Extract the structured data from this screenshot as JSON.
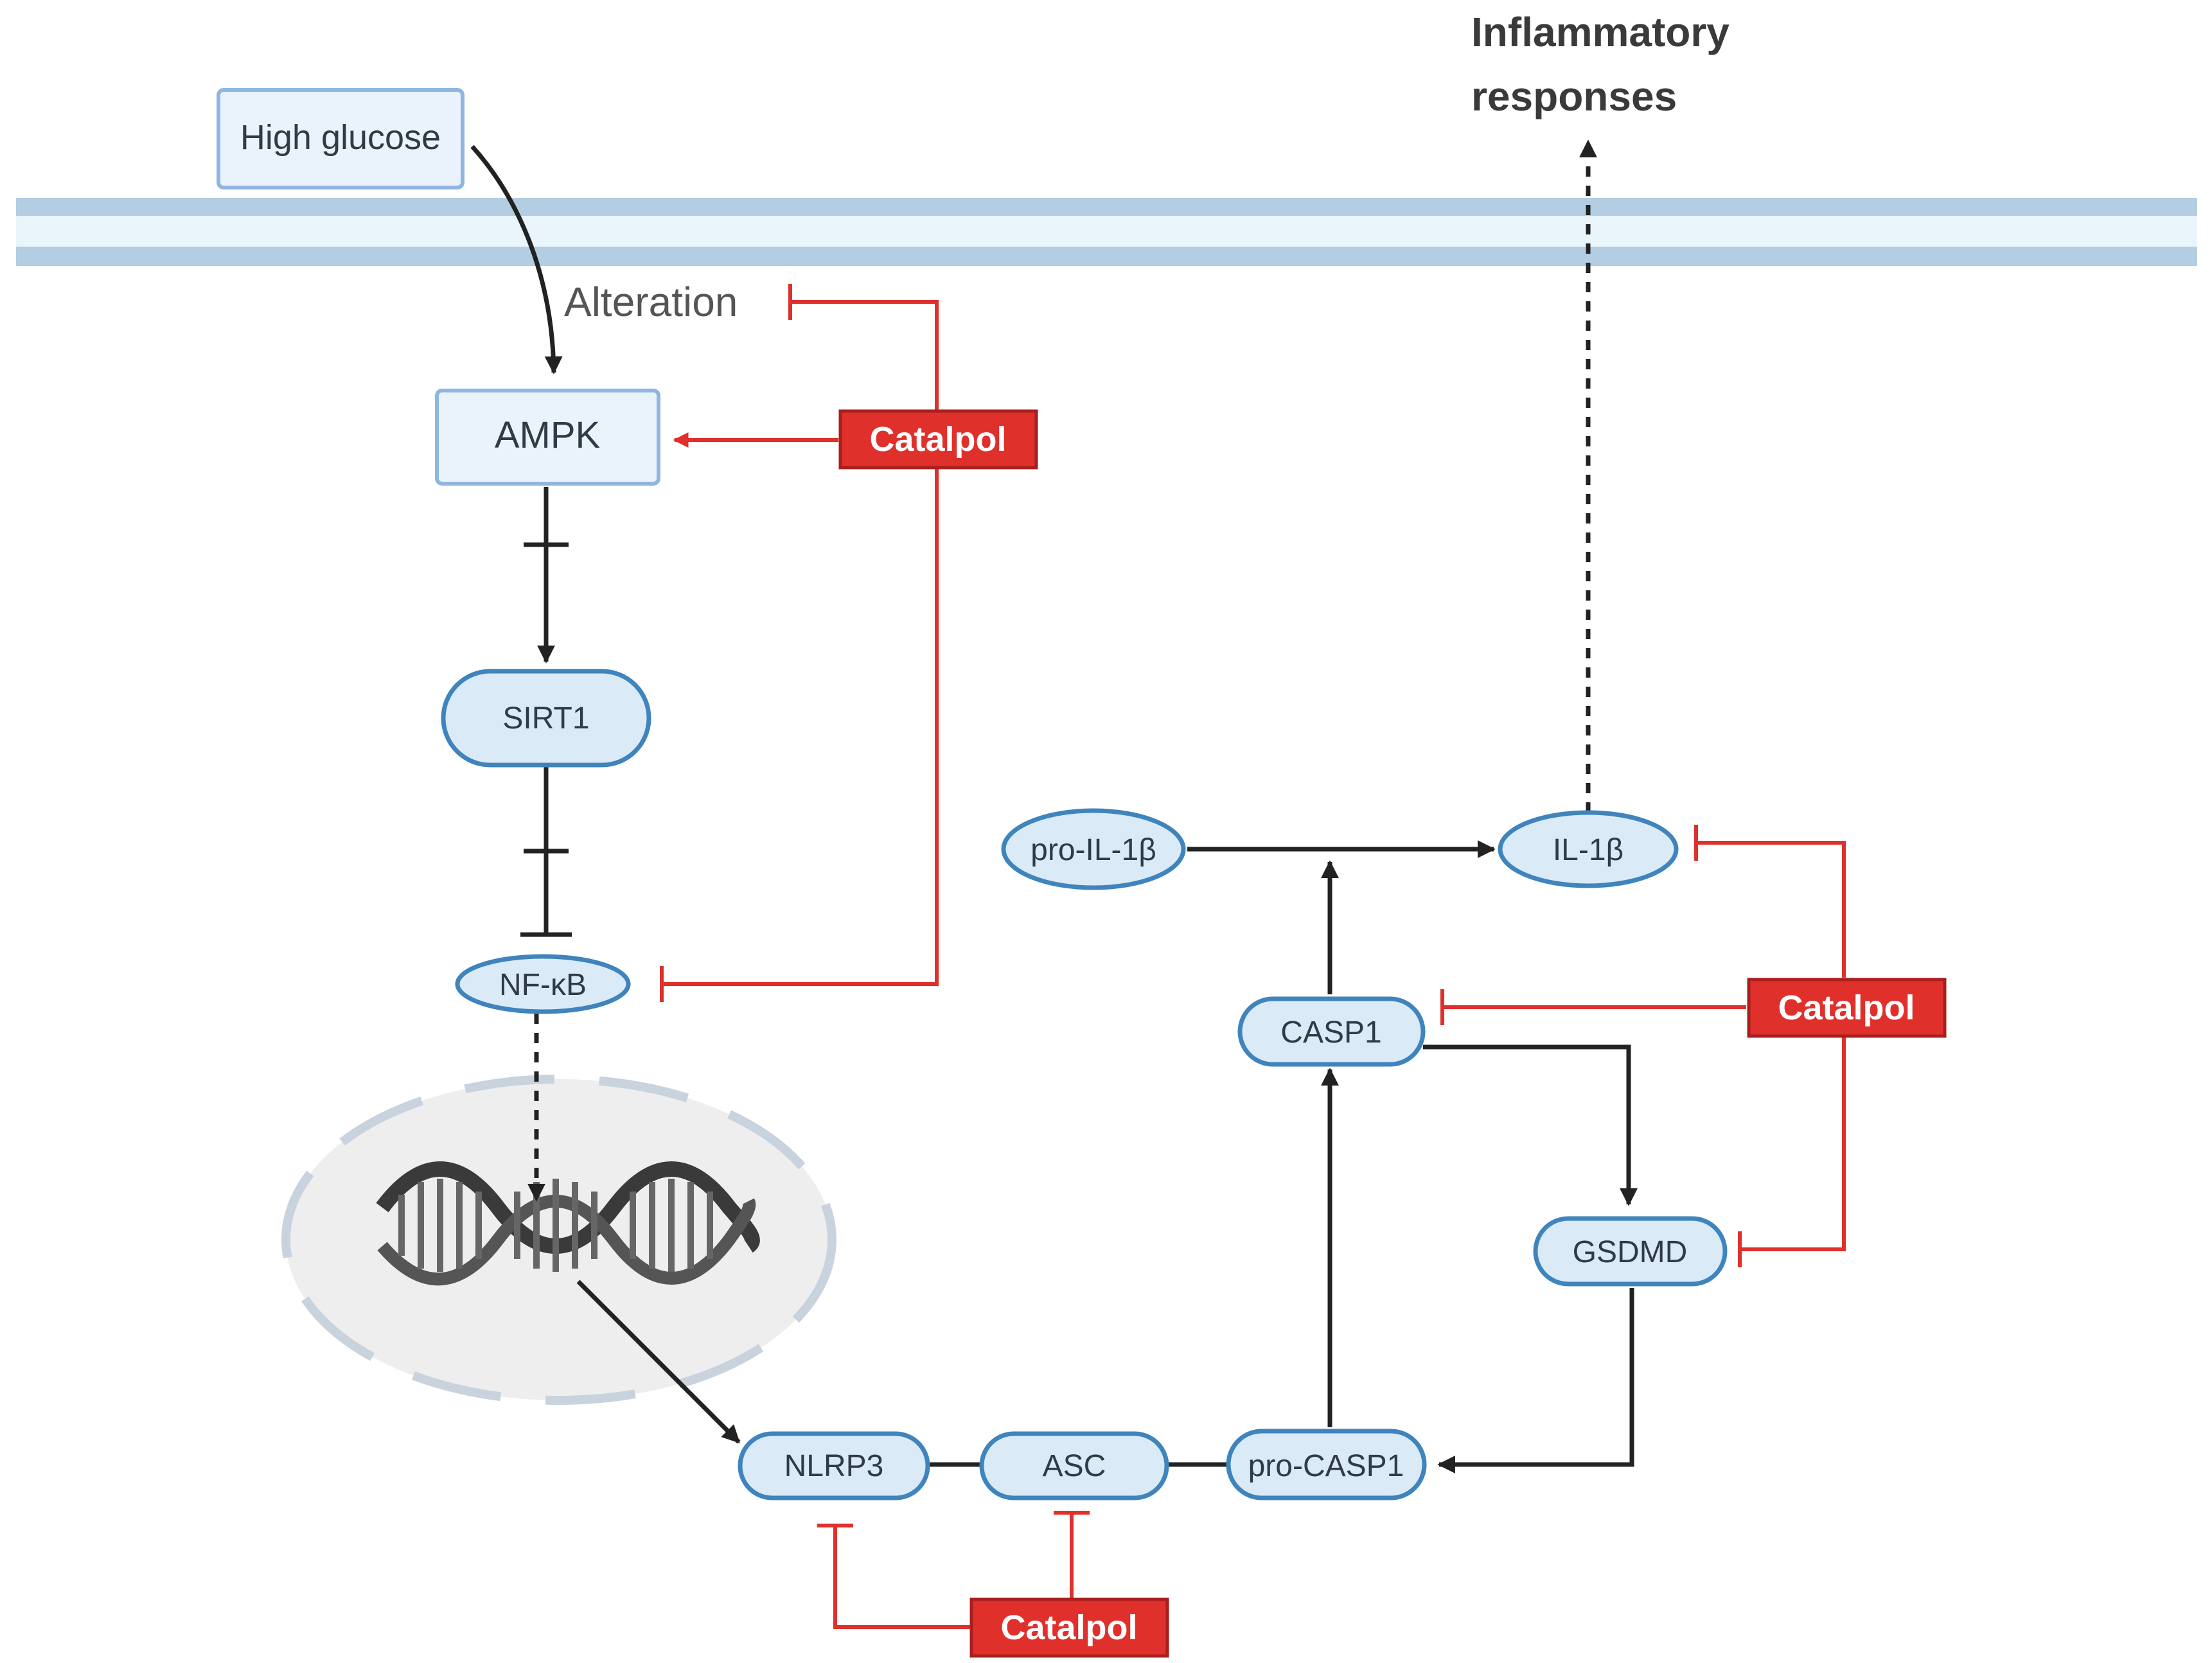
{
  "nodes": {
    "high_glucose": "High glucose",
    "alteration": "Alteration",
    "ampk": "AMPK",
    "sirt1": "SIRT1",
    "nfkb": "NF-κB",
    "pro_il1b": "pro-IL-1β",
    "il1b": "IL-1β",
    "casp1": "CASP1",
    "gsdmd": "GSDMD",
    "nlrp3": "NLRP3",
    "asc": "ASC",
    "pro_casp1": "pro-CASP1"
  },
  "inhibitor": {
    "top": "Catalpol",
    "right": "Catalpol",
    "bottom": "Catalpol"
  },
  "outcome": {
    "line1": "Inflammatory",
    "line2": "responses"
  },
  "colors": {
    "node_fill": "#dbeaf7",
    "node_stroke": "#3f84bd",
    "box_fill": "#eaf3fc",
    "box_stroke": "#8fb6e0",
    "inhibitor": "#e0302c",
    "arrow": "#222222",
    "membrane": "#b3cde3",
    "nucleus_fill": "#eeeeee",
    "nucleus_stroke": "#c9d3de"
  }
}
